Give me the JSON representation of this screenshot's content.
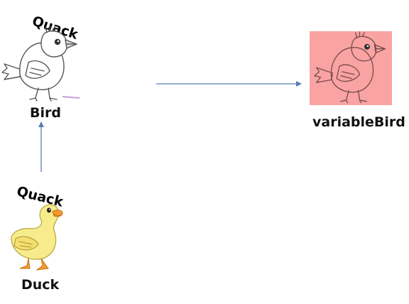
{
  "nodes": {
    "bird": {
      "label": "Bird",
      "speech": "Quack",
      "icon": "bird-sketch-icon"
    },
    "duck": {
      "label": "Duck",
      "speech": "Quack",
      "icon": "duck-cartoon-icon"
    },
    "variable": {
      "label": "variableBird",
      "icon": "bird-sketch-icon"
    }
  },
  "colors": {
    "arrow": "#5B7DB5",
    "highlight_bg": "#F9A3A3",
    "duck_body": "#F7EC8C",
    "duck_beak": "#F39A2C"
  }
}
